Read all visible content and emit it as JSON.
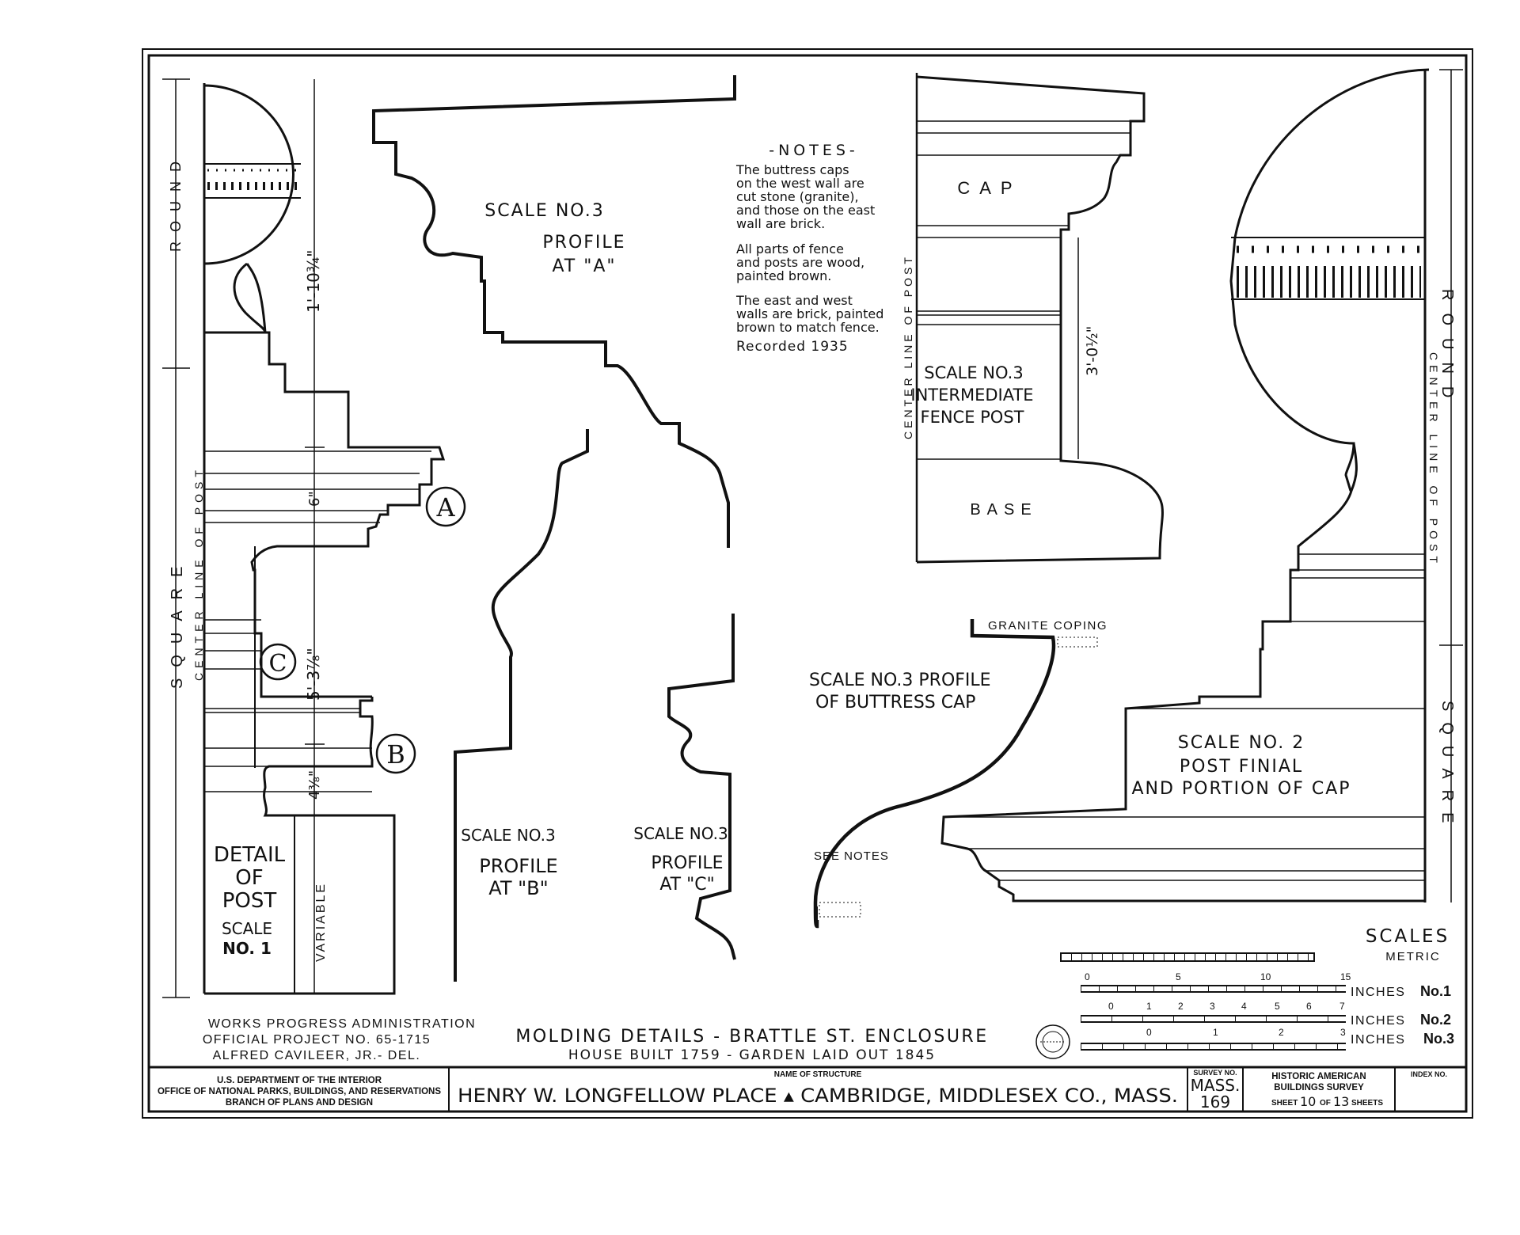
{
  "detail_of_post": {
    "title": [
      "DETAIL",
      "OF",
      "POST"
    ],
    "scale": [
      "SCALE",
      "NO. 1"
    ],
    "dim_round": "ROUND",
    "dim_square": "SQUARE",
    "center_line": "CENTER LINE OF POST",
    "dim_1": "1'-10¾\"",
    "dim_6": "6\"",
    "dim_5": "5'-3⅞\"",
    "dim_4": "4⅜\"",
    "dim_variable": "VARIABLE",
    "callout_a": "A",
    "callout_b": "B",
    "callout_c": "C"
  },
  "profile_a": {
    "scale": "SCALE NO.3",
    "title": [
      "PROFILE",
      "AT \"A\""
    ]
  },
  "profile_b": {
    "scale": "SCALE NO.3",
    "title": [
      "PROFILE",
      "AT \"B\""
    ]
  },
  "profile_c": {
    "scale": "SCALE NO.3",
    "title": [
      "PROFILE",
      "AT \"C\""
    ]
  },
  "notes": {
    "heading": "-NOTES-",
    "lines": [
      "The buttress caps",
      "on the west wall are",
      "cut stone (granite),",
      "and those on the east",
      "wall are brick.",
      "",
      "All parts of fence",
      "and posts are wood,",
      "painted brown.",
      "",
      "The east and west",
      "walls are brick, painted",
      "brown to match fence.",
      "Recorded 1935"
    ]
  },
  "fence_post": {
    "cap": "CAP",
    "base": "BASE",
    "title": [
      "SCALE NO.3",
      "INTERMEDIATE",
      "FENCE POST"
    ],
    "center_line": "CENTER LINE OF POST",
    "dim": "3'-0½\""
  },
  "buttress": {
    "title": [
      "SCALE NO.3 PROFILE",
      "OF BUTTRESS CAP"
    ],
    "coping": "GRANITE COPING",
    "see_notes": "SEE NOTES"
  },
  "finial": {
    "title": [
      "SCALE NO. 2",
      "POST FINIAL",
      "AND PORTION OF CAP"
    ],
    "round": "ROUND",
    "square": "SQUARE",
    "center_line": "CENTER LINE OF POST"
  },
  "scales": {
    "heading": "SCALES",
    "metric": "METRIC",
    "rows": [
      {
        "label": "INCHES",
        "no": "No.1",
        "ticks": [
          "0",
          "5",
          "10",
          "15"
        ]
      },
      {
        "label": "INCHES",
        "no": "No.2",
        "ticks": [
          "0",
          "1",
          "2",
          "3",
          "4",
          "5",
          "6",
          "7"
        ]
      },
      {
        "label": "INCHES",
        "no": "No.3",
        "ticks": [
          "0",
          "1",
          "2",
          "3"
        ]
      }
    ]
  },
  "credits": [
    "WORKS PROGRESS ADMINISTRATION",
    "OFFICIAL PROJECT NO. 65-1715",
    "ALFRED CAVILEER, JR.- DEL."
  ],
  "drawing_title": "MOLDING DETAILS - BRATTLE ST. ENCLOSURE",
  "drawing_subtitle": "HOUSE BUILT 1759 - GARDEN LAID OUT 1845",
  "title_block": {
    "agency": [
      "U.S. DEPARTMENT OF THE INTERIOR",
      "OFFICE OF NATIONAL PARKS, BUILDINGS, AND RESERVATIONS",
      "BRANCH OF PLANS AND DESIGN"
    ],
    "name_label": "NAME OF STRUCTURE",
    "name": "HENRY W. LONGFELLOW PLACE ▴ CAMBRIDGE, MIDDLESEX CO., MASS.",
    "survey_label": "SURVEY NO.",
    "survey": [
      "MASS.",
      "169"
    ],
    "habs": [
      "HISTORIC AMERICAN",
      "BUILDINGS SURVEY"
    ],
    "sheet_word": "SHEET",
    "sheet_no": "10",
    "of_word": "OF",
    "sheet_total": "13",
    "sheets_word": "SHEETS",
    "index_label": "INDEX NO."
  }
}
